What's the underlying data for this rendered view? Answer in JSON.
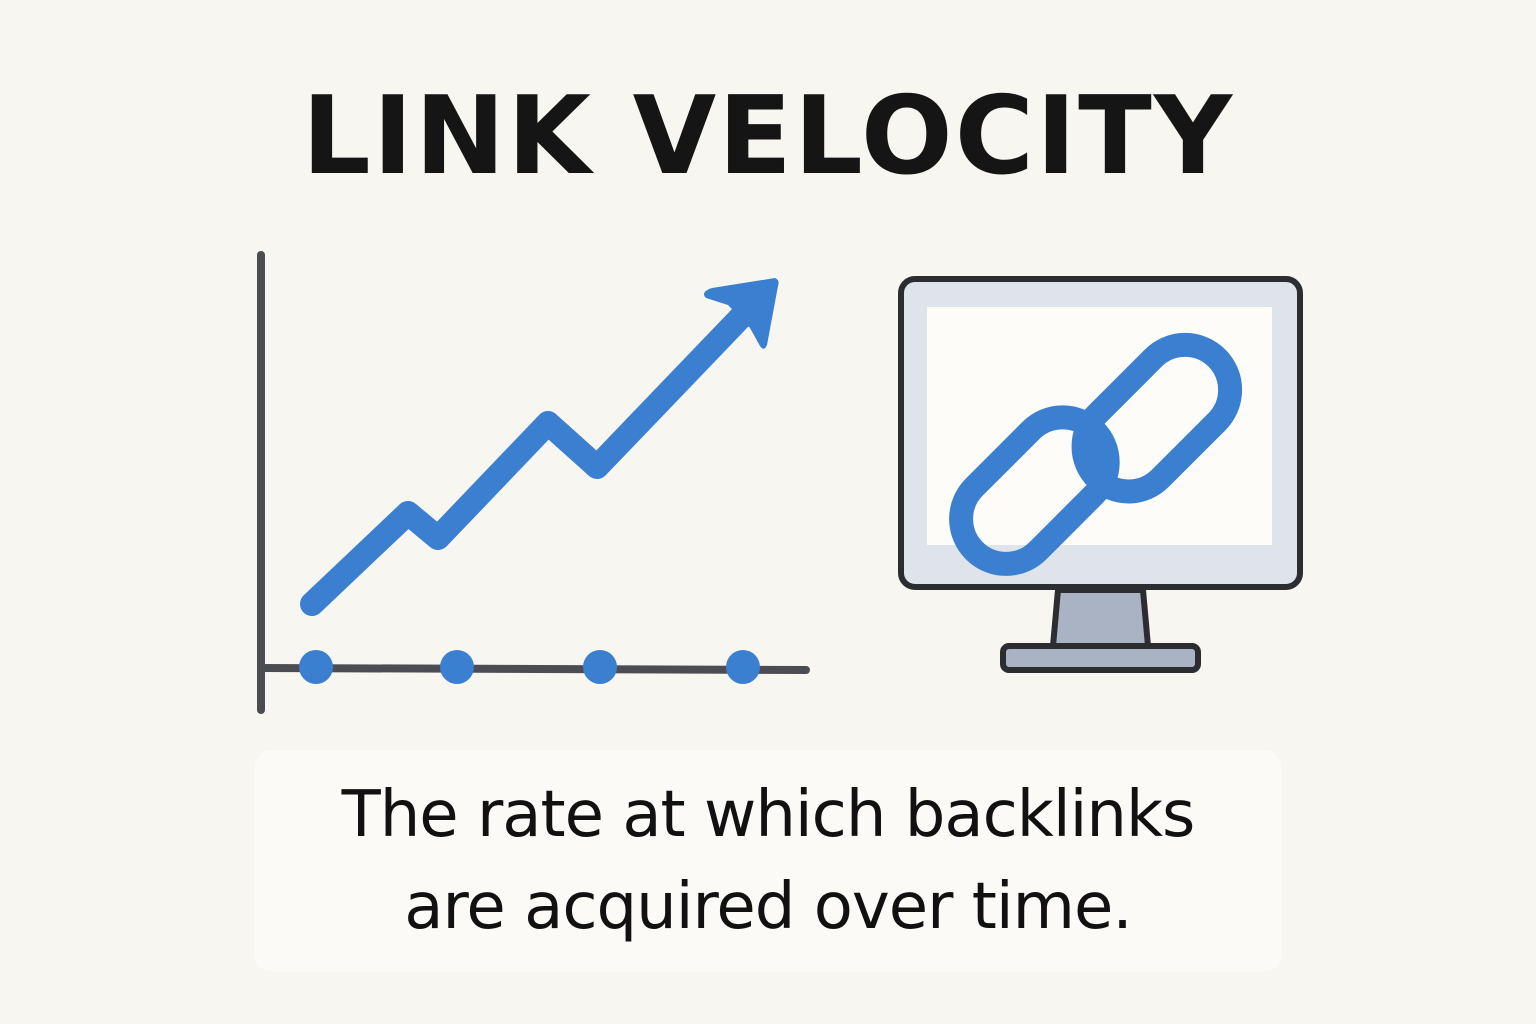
{
  "title": "LINK VELOCITY",
  "caption": {
    "line1": "The rate at which backlinks",
    "line2": "are acquired over time."
  },
  "colors": {
    "background": "#f8f6f1",
    "accent_blue": "#3a7fd0",
    "axis_gray": "#4b4d52",
    "monitor_frame": "#2b2d31",
    "monitor_bezel": "#dfe4ea",
    "monitor_stand": "#a9b3c3",
    "text": "#111111"
  },
  "illustrations": {
    "chart": {
      "icon": "trending-up-arrow-icon",
      "axis_dots": 4
    },
    "monitor": {
      "icon": "link-chain-icon"
    }
  }
}
